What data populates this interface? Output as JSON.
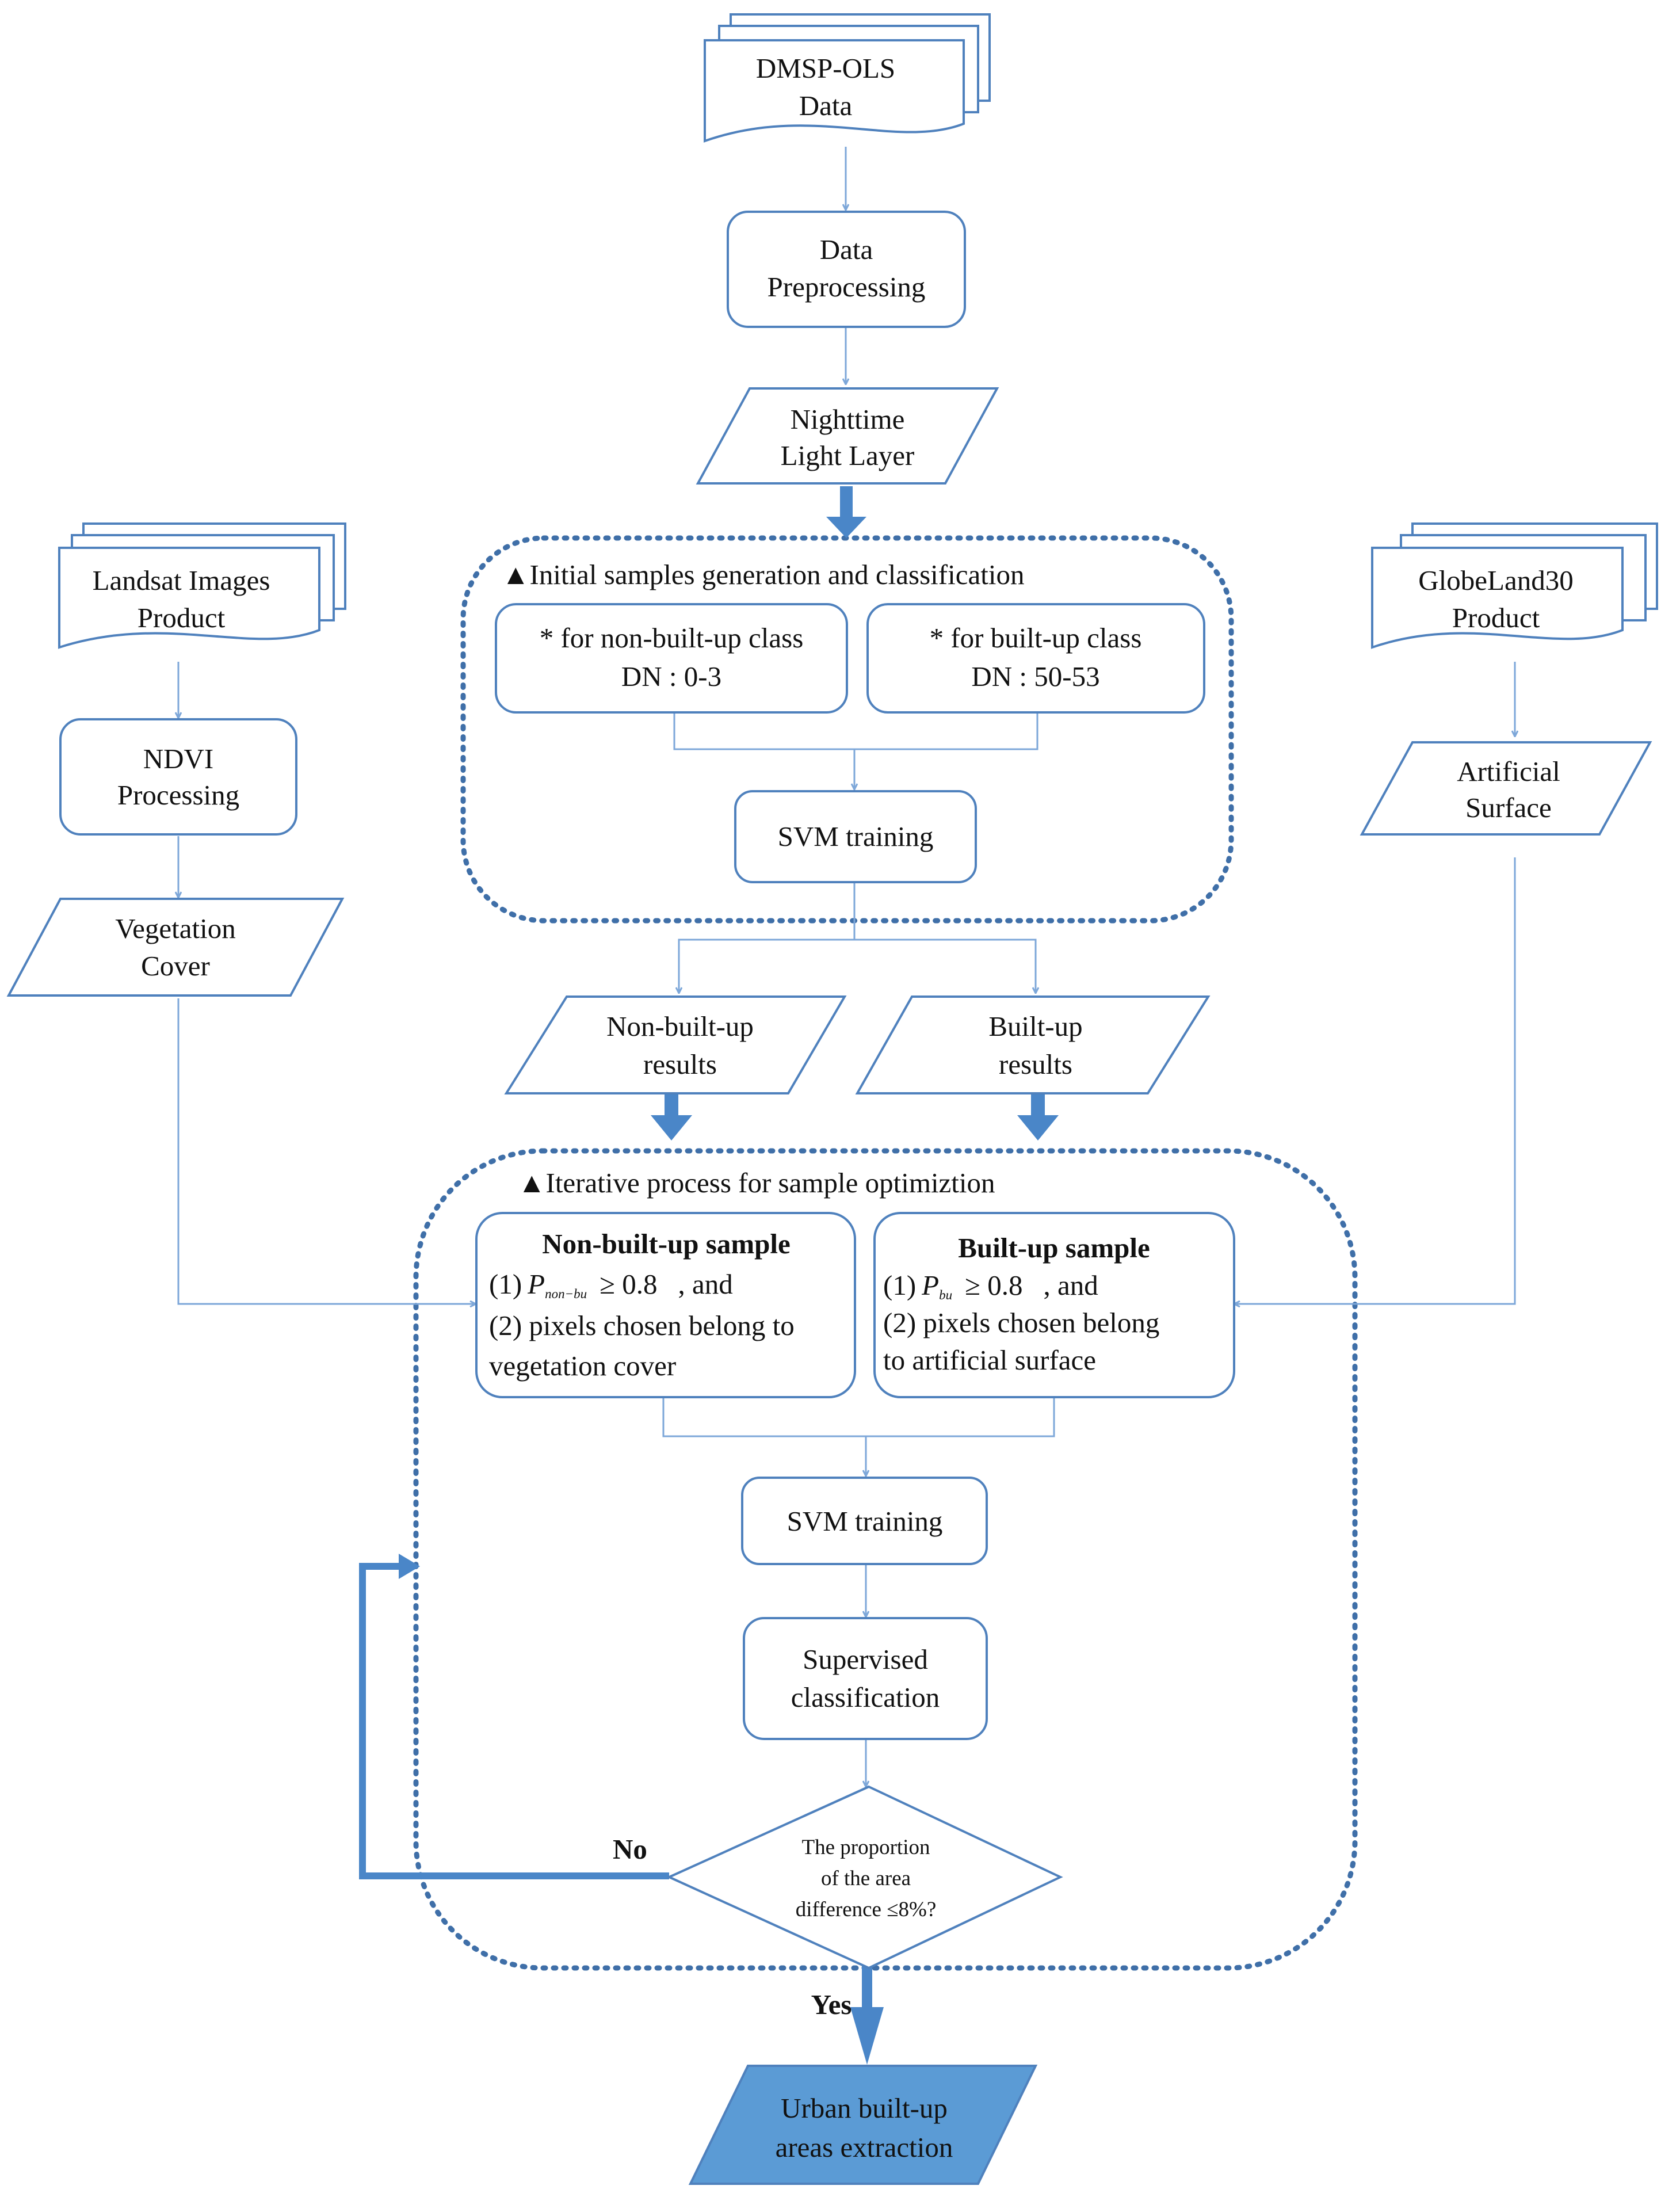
{
  "nodes": {
    "dmsp": {
      "lines": [
        "DMSP-OLS",
        "Data"
      ]
    },
    "preprocessing": {
      "lines": [
        "Data",
        "Preprocessing"
      ]
    },
    "nightlight": {
      "lines": [
        "Nighttime",
        "Light Layer"
      ]
    },
    "landsat": {
      "lines": [
        "Landsat Images",
        "Product"
      ]
    },
    "ndvi": {
      "lines": [
        "NDVI",
        "Processing"
      ]
    },
    "vegetation": {
      "lines": [
        "Vegetation",
        "Cover"
      ]
    },
    "globeland": {
      "lines": [
        "GlobeLand30",
        "Product"
      ]
    },
    "artificial": {
      "lines": [
        "Artificial",
        "Surface"
      ]
    },
    "non_builtup_results": {
      "lines": [
        "Non-built-up",
        "results"
      ]
    },
    "builtup_results": {
      "lines": [
        "Built-up",
        "results"
      ]
    },
    "svm1": {
      "lines": [
        "SVM training"
      ]
    },
    "svm2": {
      "lines": [
        "SVM training"
      ]
    },
    "supervised": {
      "lines": [
        "Supervised",
        "classification"
      ]
    },
    "output": {
      "lines": [
        "Urban built-up",
        "areas extraction"
      ],
      "fill": "#5b9bd5"
    }
  },
  "group1": {
    "title": "▲Initial samples generation and classification",
    "nonbuilt": {
      "line1": "* for non-built-up class",
      "line2": "DN : 0-3"
    },
    "built": {
      "line1": "* for built-up class",
      "line2": "DN : 50-53"
    }
  },
  "group2": {
    "title": "▲Iterative process for sample optimiztion",
    "nonbuilt_sample": {
      "title": "Non-built-up sample",
      "cond1_prefix": "(1)",
      "p_symbol": "P",
      "p_sub": "non−bu",
      "cond1_rel": "≥ 0.8",
      "cond1_suffix": ", and",
      "line2": "(2) pixels chosen belong to",
      "line3": "vegetation cover"
    },
    "built_sample": {
      "title": "Built-up sample",
      "cond1_prefix": "(1)",
      "p_symbol": "P",
      "p_sub": "bu",
      "cond1_rel": "≥ 0.8",
      "cond1_suffix": ", and",
      "line2": "(2) pixels chosen belong",
      "line3": "to artificial surface"
    }
  },
  "decision": {
    "lines": [
      "The proportion",
      "of the area",
      "difference ≤8%?"
    ]
  },
  "labels": {
    "no": "No",
    "yes": "Yes"
  },
  "colors": {
    "border": "#4f81bd",
    "thin_arrow": "#7da7d9",
    "thick_arrow": "#4a86c8",
    "dotted_group": "#3f6fa8",
    "output_fill": "#5b9bd5"
  }
}
